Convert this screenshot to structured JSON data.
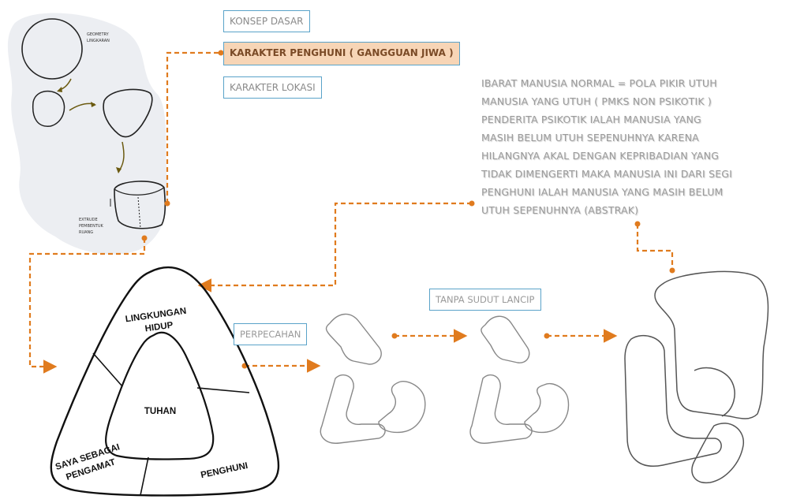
{
  "nav": {
    "konsep_dasar": "KONSEP DASAR",
    "karakter_penghuni": "KARAKTER PENGHUNI ( GANGGUAN JIWA )",
    "karakter_lokasi": "KARAKTER LOKASI"
  },
  "concept_lines": [
    "IBARAT MANUSIA NORMAL = POLA PIKIR UTUH",
    "MANUSIA YANG UTUH ( PMKS NON PSIKOTIK )",
    "PENDERITA PSIKOTIK IALAH MANUSIA YANG",
    "MASIH BELUM UTUH SEPENUHNYA KARENA",
    "HILANGNYA AKAL DENGAN KEPRIBADIAN YANG",
    "TIDAK DIMENGERTI MAKA MANUSIA INI DARI SEGI",
    "PENGHUNI IALAH MANUSIA YANG MASIH BELUM",
    "UTUH SEPENUHNYA (ABSTRAK)"
  ],
  "triangle": {
    "top": [
      "LINGKUNGAN",
      "HIDUP"
    ],
    "center": "TUHAN",
    "left": [
      "SAYA SEBAGAI",
      "PENGAMAT"
    ],
    "right": "PENGHUNI"
  },
  "step_labels": {
    "perpecahan": "PERPECAHAN",
    "tanpa_sudut": "TANPA SUDUT LANCIP"
  },
  "colors": {
    "connector": "#e07b1e",
    "box_border": "#5aa3c9",
    "active_fill": "#f7d5b6"
  }
}
